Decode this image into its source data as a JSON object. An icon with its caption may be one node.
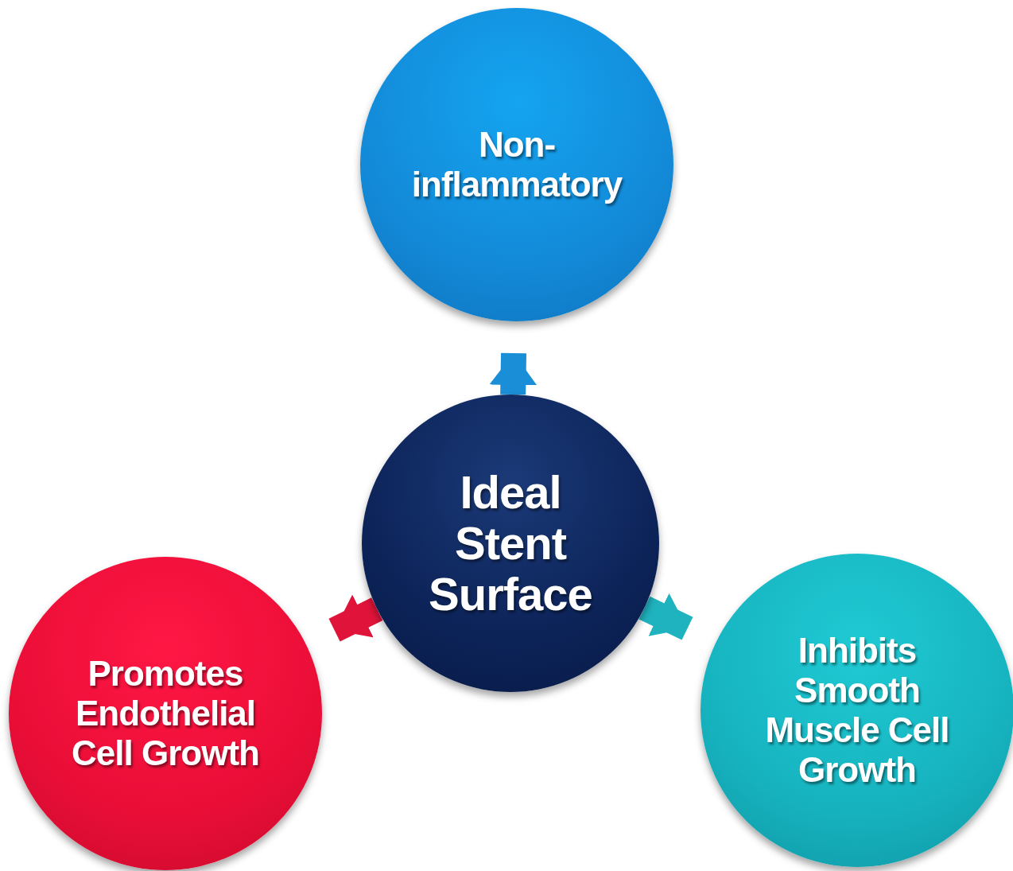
{
  "diagram": {
    "nodes": [
      {
        "text": [
          "Ideal Stent Surface"
        ]
      },
      {
        "text": [
          "Non-inflammatory"
        ]
      },
      {
        "text": [
          "Promotes Endothelial Cell Growth"
        ]
      },
      {
        "text": [
          "Inhibits Smooth Muscle Cell Growth"
        ]
      }
    ],
    "edges": [
      {
        "from": 0,
        "to": 1,
        "arrow": "to",
        "color": "#1a8ed6"
      },
      {
        "from": 0,
        "to": 2,
        "arrow": "to",
        "color": "#e0143a"
      },
      {
        "from": 0,
        "to": 3,
        "arrow": "to",
        "color": "#1fb3bf"
      }
    ]
  }
}
